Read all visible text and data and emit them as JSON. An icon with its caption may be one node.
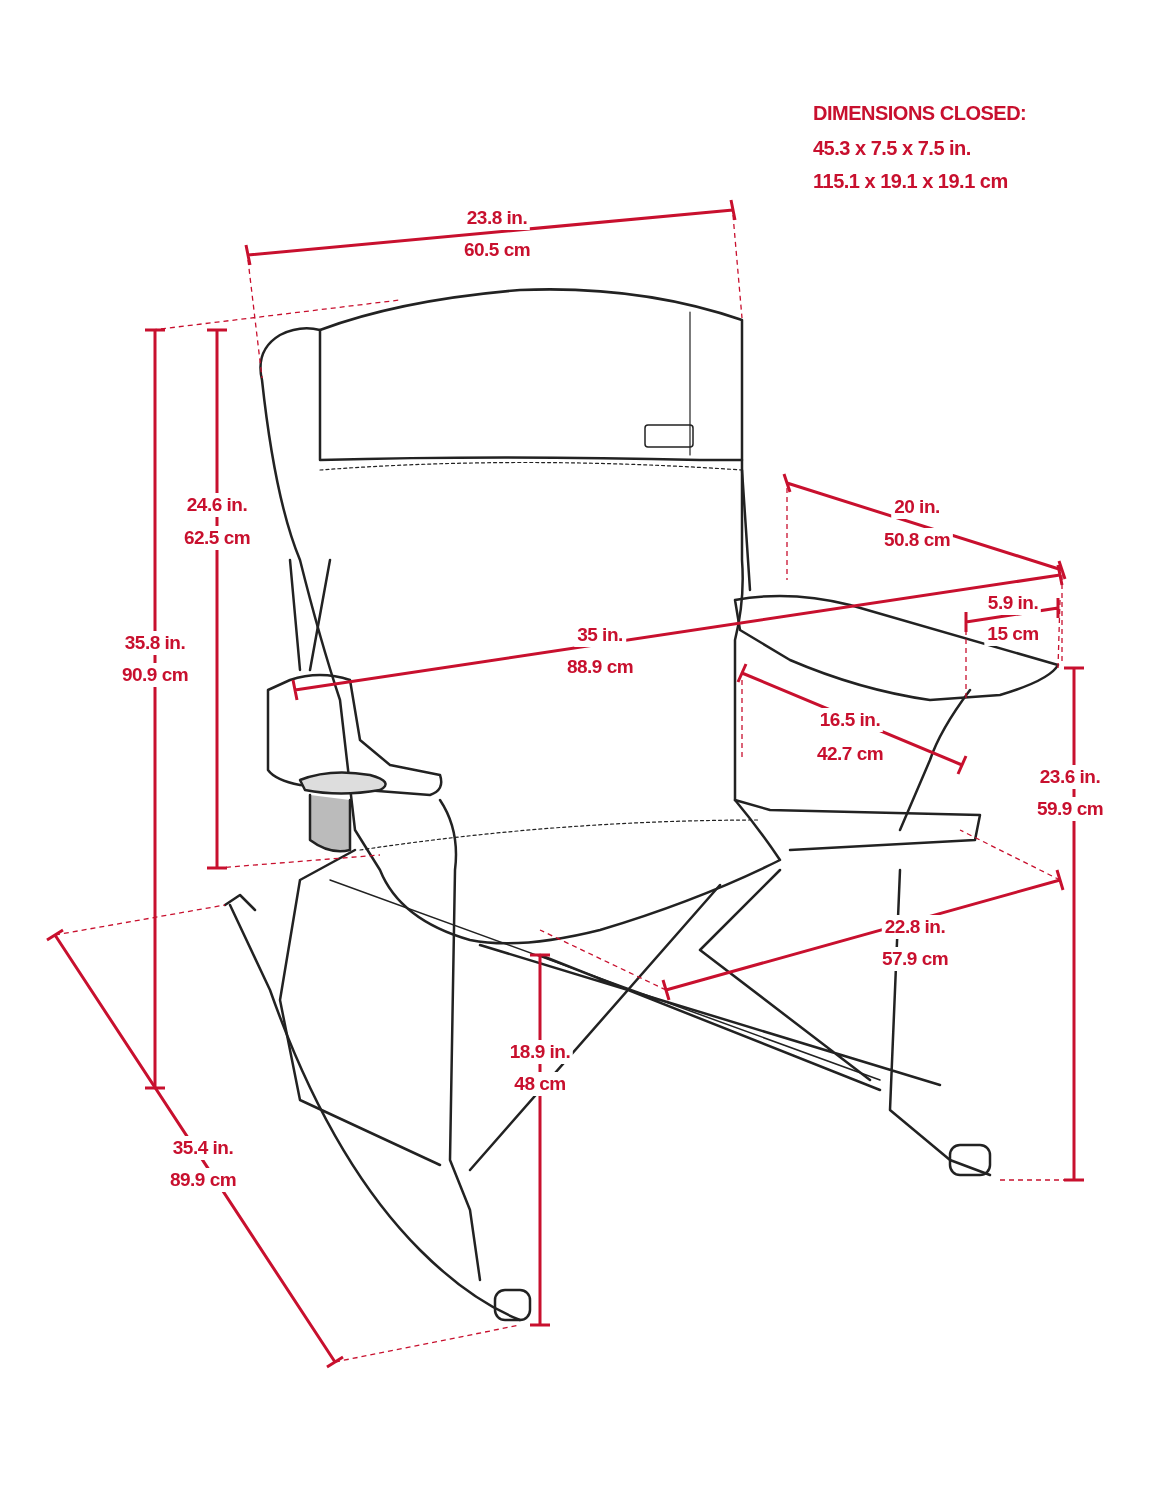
{
  "diagram": {
    "labels": [
      "DIMENSIONS CLOSED:",
      "45.3 x 7.5 x 7.5 in.",
      "115.1 x 19.1 x 19.1 cm",
      "23.8 in.",
      "60.5 cm",
      "24.6 in.",
      "62.5 cm",
      "20 in.",
      "50.8 cm",
      "35.8 in.",
      "90.9 cm",
      "35 in.",
      "88.9 cm",
      "5.9 in.",
      "15 cm",
      "16.5 in.",
      "42.7 cm",
      "23.6 in.",
      "59.9 cm",
      "22.8 in.",
      "57.9 cm",
      "18.9 in.",
      "48 cm",
      "35.4 in.",
      "89.9 cm"
    ]
  }
}
